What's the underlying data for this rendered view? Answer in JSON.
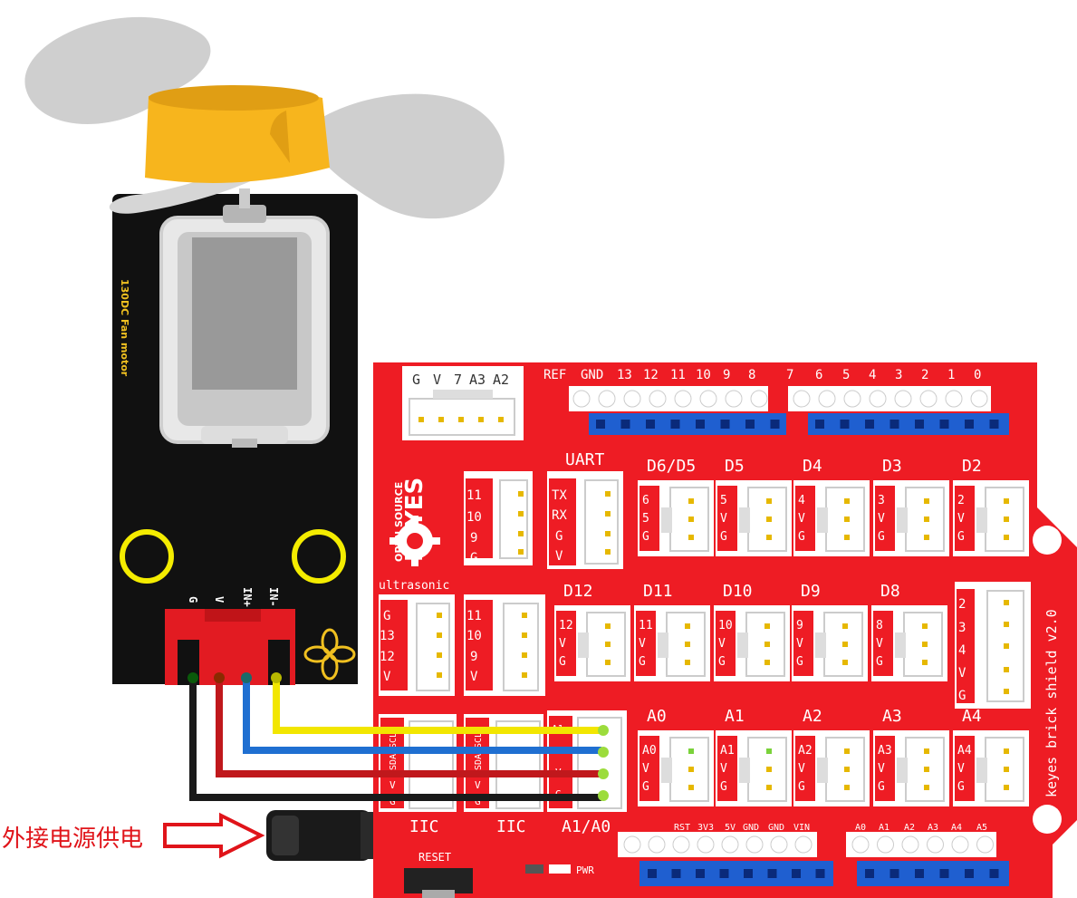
{
  "fan_module": {
    "board_label": "130DC Fan motor",
    "pin_labels": [
      "G",
      "V",
      "IN+",
      "IN-"
    ]
  },
  "shield": {
    "brand_small": "OPEN SOURCE",
    "brand": "KEYES",
    "version_label": "keyes brick shield v2.0",
    "top_connector_pins": [
      "G",
      "V",
      "7",
      "A3",
      "A2"
    ],
    "top_header_left_labels": [
      "REF",
      "GND",
      "13",
      "12",
      "11",
      "10",
      "9",
      "8"
    ],
    "top_header_right_labels": [
      "7",
      "6",
      "5",
      "4",
      "3",
      "2",
      "1",
      "0"
    ],
    "uart_title": "UART",
    "pin11_group": [
      "11",
      "10",
      "9",
      "G"
    ],
    "uart_pins": [
      "TX",
      "RX",
      "G",
      "V"
    ],
    "ultrasonic_title": "ultrasonic",
    "ultrasonic_pins": [
      "G",
      "13",
      "12",
      "V"
    ],
    "ultra2_pins": [
      "11",
      "10",
      "9",
      "V"
    ],
    "digital_row1": [
      {
        "title": "D6/D5",
        "pins": [
          "6",
          "5",
          "G"
        ]
      },
      {
        "title": "D5",
        "pins": [
          "5",
          "V",
          "G"
        ]
      },
      {
        "title": "D4",
        "pins": [
          "4",
          "V",
          "G"
        ]
      },
      {
        "title": "D3",
        "pins": [
          "3",
          "V",
          "G"
        ]
      },
      {
        "title": "D2",
        "pins": [
          "2",
          "V",
          "G"
        ]
      }
    ],
    "digital_row2": [
      {
        "title": "D12",
        "pins": [
          "12",
          "V",
          "G"
        ]
      },
      {
        "title": "D11",
        "pins": [
          "11",
          "V",
          "G"
        ]
      },
      {
        "title": "D10",
        "pins": [
          "10",
          "V",
          "G"
        ]
      },
      {
        "title": "D9",
        "pins": [
          "9",
          "V",
          "G"
        ]
      },
      {
        "title": "D8",
        "pins": [
          "8",
          "V",
          "G"
        ]
      }
    ],
    "side_connector_pins": [
      "2",
      "3",
      "4",
      "V",
      "G"
    ],
    "analog_row": [
      {
        "title": "A0",
        "pins": [
          "A0",
          "V",
          "G"
        ]
      },
      {
        "title": "A1",
        "pins": [
          "A1",
          "V",
          "G"
        ]
      },
      {
        "title": "A2",
        "pins": [
          "A2",
          "V",
          "G"
        ]
      },
      {
        "title": "A3",
        "pins": [
          "A3",
          "V",
          "G"
        ]
      },
      {
        "title": "A4",
        "pins": [
          "A4",
          "V",
          "G"
        ]
      }
    ],
    "iic1_pins": [
      "SCL",
      "SDA",
      "V",
      "G"
    ],
    "iic2_pins": [
      "SCL",
      "SDA",
      "V",
      "G"
    ],
    "a1a0_pins": [
      "A1",
      "A0",
      "V",
      "G"
    ],
    "iic1_title": "IIC",
    "iic2_title": "IIC",
    "a1a0_title": "A1/A0",
    "bottom_header_left_labels": [
      "RST",
      "3V3",
      "5V",
      "GND",
      "GND",
      "VIN"
    ],
    "bottom_header_right_labels": [
      "A0",
      "A1",
      "A2",
      "A3",
      "A4",
      "A5"
    ],
    "reset_label": "RESET",
    "pwr_label": "PWR"
  },
  "annotation": {
    "external_power": "外接电源供电"
  },
  "colors": {
    "shield_red": "#ee1c24",
    "fan_board": "#111111",
    "wire_yellow": "#f2e600",
    "wire_blue": "#1f6fd1",
    "wire_red": "#c0181c",
    "wire_black": "#1a1a1a",
    "annotation_red": "#e0141a"
  }
}
